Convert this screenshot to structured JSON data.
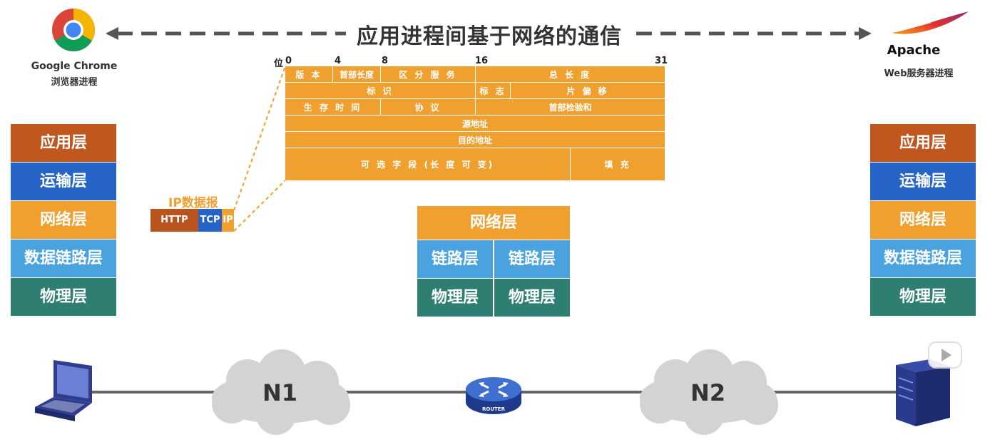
{
  "title": "应用进程间基于网络的通信",
  "client": {
    "name": "Google Chrome",
    "subtitle": "浏览器进程"
  },
  "server": {
    "name": "Apache",
    "subtitle": "Web服务器进程"
  },
  "layers": {
    "application": "应用层",
    "transport": "运输层",
    "network": "网络层",
    "datalink": "数据链路层",
    "physical": "物理层"
  },
  "router_layers": {
    "network": "网络层",
    "link": "链路层",
    "physical": "物理层"
  },
  "datagram": {
    "label": "IP数据报",
    "http": "HTTP",
    "tcp": "TCP",
    "ip": "IP"
  },
  "bit_labels": {
    "pos": "位",
    "b0": "0",
    "b4": "4",
    "b8": "8",
    "b16": "16",
    "b31": "31"
  },
  "ip_header": {
    "version": "版 本",
    "header_length": "首部长度",
    "tos": "区 分 服 务",
    "total_length": "总 长 度",
    "identification": "标 识",
    "flags": "标 志",
    "fragment_offset": "片 偏 移",
    "ttl": "生 存 时 间",
    "protocol": "协 议",
    "checksum": "首部检验和",
    "source": "源地址",
    "destination": "目的地址",
    "options": "可 选 字 段 (长 度 可 变)",
    "padding": "填 充"
  },
  "networks": {
    "n1": "N1",
    "n2": "N2"
  },
  "router_caption": "ROUTER",
  "colors": {
    "application": "#c0571f",
    "transport": "#2563c6",
    "network": "#f0a02e",
    "datalink": "#4aa3de",
    "physical": "#2e7e72"
  }
}
